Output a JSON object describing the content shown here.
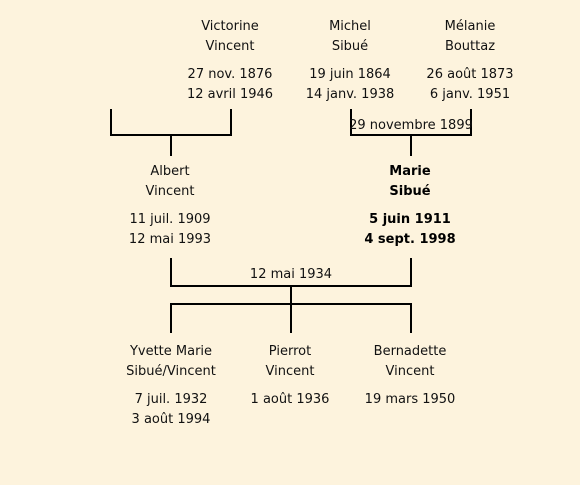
{
  "people": {
    "victorine": {
      "first": "Victorine",
      "last": "Vincent",
      "birth": "27 nov. 1876",
      "death": "12 avril 1946"
    },
    "michel": {
      "first": "Michel",
      "last": "Sibué",
      "birth": "19 juin 1864",
      "death": "14 janv. 1938"
    },
    "melanie": {
      "first": "Mélanie",
      "last": "Bouttaz",
      "birth": "26 août 1873",
      "death": "6 janv. 1951"
    },
    "albert": {
      "first": "Albert",
      "last": "Vincent",
      "birth": "11 juil. 1909",
      "death": "12 mai 1993"
    },
    "marie": {
      "first": "Marie",
      "last": "Sibué",
      "birth": "5 juin 1911",
      "death": "4 sept. 1998"
    },
    "yvette": {
      "first": "Yvette Marie",
      "last": "Sibué/Vincent",
      "birth": "7 juil. 1932",
      "death": "3 août 1994"
    },
    "pierrot": {
      "first": "Pierrot",
      "last": "Vincent",
      "birth": "1 août 1936",
      "death": ""
    },
    "bernadette": {
      "first": "Bernadette",
      "last": "Vincent",
      "birth": "19 mars 1950",
      "death": ""
    }
  },
  "marriages": {
    "michel_melanie": "29 novembre 1899",
    "albert_marie": "12 mai 1934"
  },
  "highlight_color": "#000000",
  "background_color": "#fdf3dd"
}
